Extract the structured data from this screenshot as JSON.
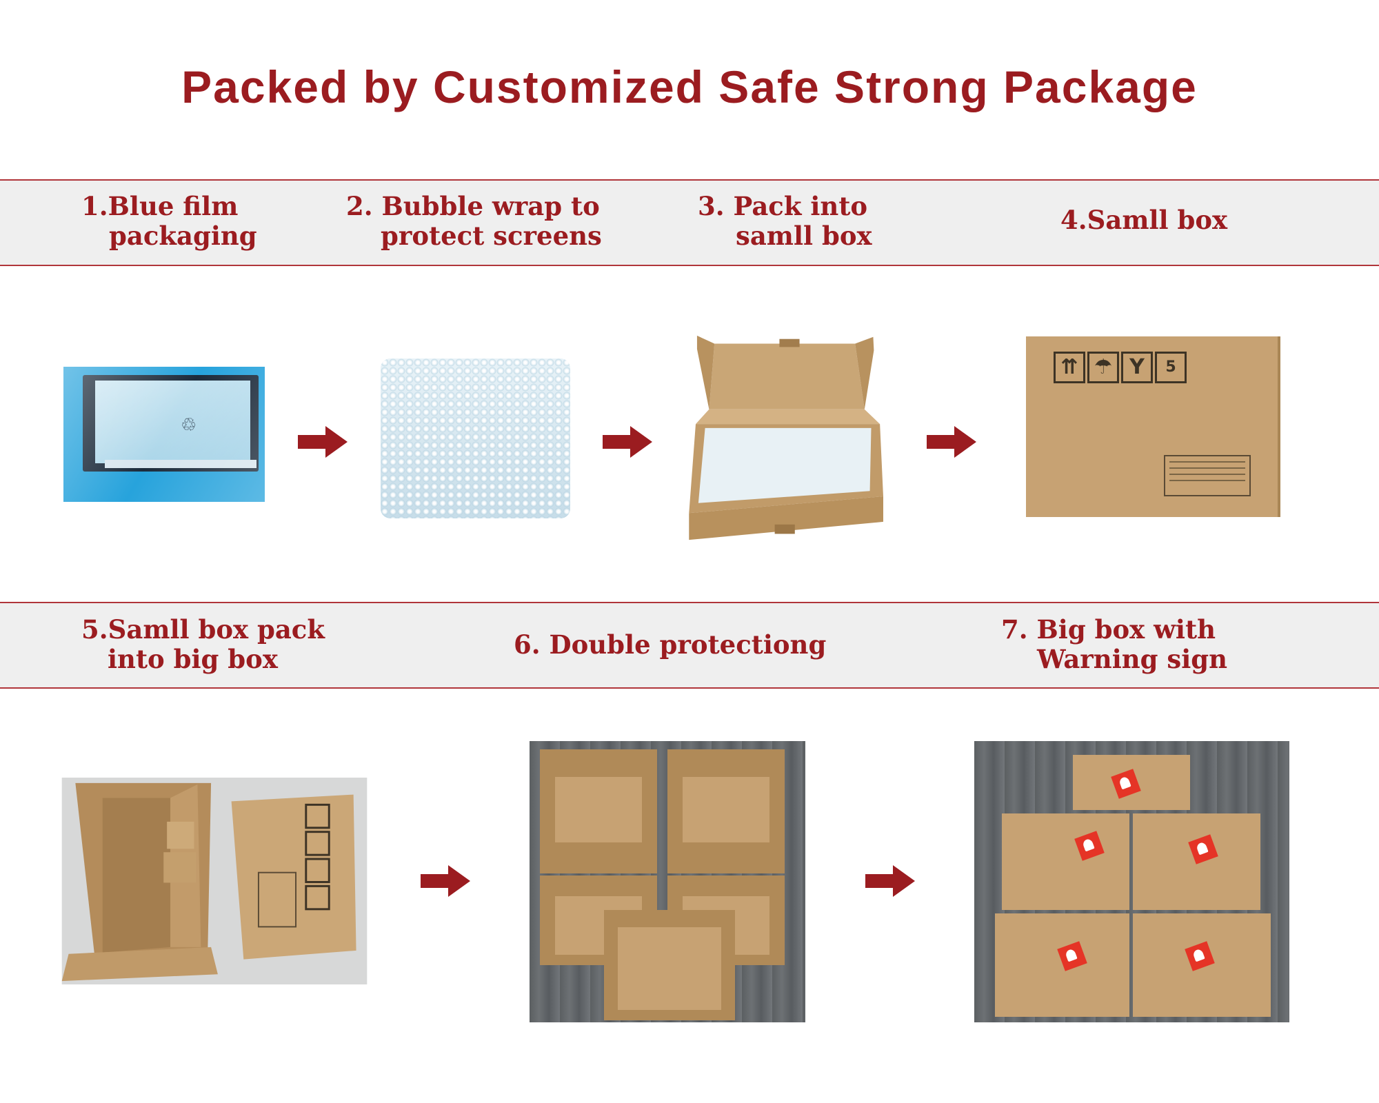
{
  "title": "Packed by Customized Safe Strong Package",
  "steps_row1": [
    {
      "line1": "1.Blue film",
      "line2": "packaging"
    },
    {
      "line1": "2. Bubble wrap to",
      "line2": "protect screens"
    },
    {
      "line1": "3. Pack into",
      "line2": "samll box"
    },
    {
      "line1": "4.Samll box",
      "line2": ""
    }
  ],
  "steps_row2": [
    {
      "line1": "5.Samll box pack",
      "line2": "into big box"
    },
    {
      "line1": "6. Double protectiong",
      "line2": ""
    },
    {
      "line1": "7. Big box with",
      "line2": "Warning sign"
    }
  ],
  "box_label_number": "5",
  "colors": {
    "accent": "#9b1c20",
    "band": "#efefef",
    "band_border": "#b0353a",
    "film": "#27a3dc",
    "kraft": "#c7a273"
  },
  "icons": [
    "arrow-right-icon",
    "this-way-up-icon",
    "keep-dry-icon",
    "fragile-glass-icon",
    "stack-limit-icon"
  ]
}
